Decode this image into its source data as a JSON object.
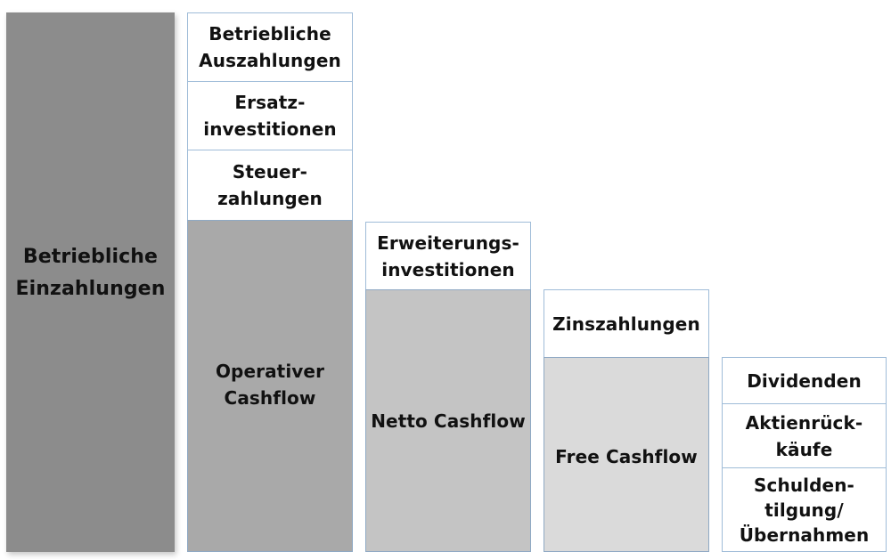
{
  "columns": [
    {
      "id": "col1",
      "fill": "#8c8c8c",
      "blocks": [
        {
          "label": "Betriebliche\nEinzahlungen",
          "type": "gray"
        }
      ]
    },
    {
      "id": "col2",
      "fill": "#a9a9a9",
      "blocks": [
        {
          "label": "Betriebliche\nAuszahlungen",
          "type": "white"
        },
        {
          "label": "Ersatz-\ninvestitionen",
          "type": "white"
        },
        {
          "label": "Steuer-\nzahlungen",
          "type": "white"
        },
        {
          "label": "Operativer\nCashflow",
          "type": "gray"
        }
      ]
    },
    {
      "id": "col3",
      "fill": "#c4c4c4",
      "blocks": [
        {
          "label": "Erweiterungs-\ninvestitionen",
          "type": "white"
        },
        {
          "label": "Netto Cashflow",
          "type": "gray"
        }
      ]
    },
    {
      "id": "col4",
      "fill": "#dadada",
      "blocks": [
        {
          "label": "Zinszahlungen",
          "type": "white"
        },
        {
          "label": "Free Cashflow",
          "type": "gray"
        }
      ]
    },
    {
      "id": "col5",
      "blocks": [
        {
          "label": "Dividenden",
          "type": "white"
        },
        {
          "label": "Aktienrück-\nkäufe",
          "type": "white"
        },
        {
          "label": "Schulden-\ntilgung/\nÜbernahmen",
          "type": "white"
        }
      ]
    }
  ]
}
